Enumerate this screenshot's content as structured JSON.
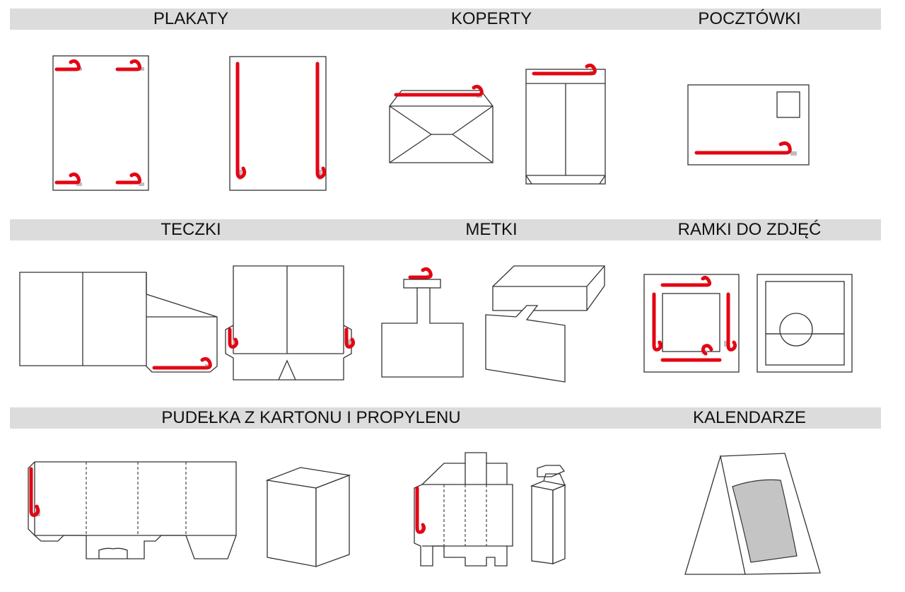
{
  "sections": {
    "plakaty": "PLAKATY",
    "koperty": "KOPERTY",
    "pocztowki": "POCZTÓWKI",
    "teczki": "TECZKI",
    "metki": "METKI",
    "ramki": "RAMKI DO ZDJĘĆ",
    "pudelka": "PUDEŁKA Z KARTONU I PROPYLENU",
    "kalendarze": "KALENDARZE"
  },
  "colors": {
    "tape": "#e30613",
    "band": "#dcdcdc",
    "outline": "#333333"
  }
}
